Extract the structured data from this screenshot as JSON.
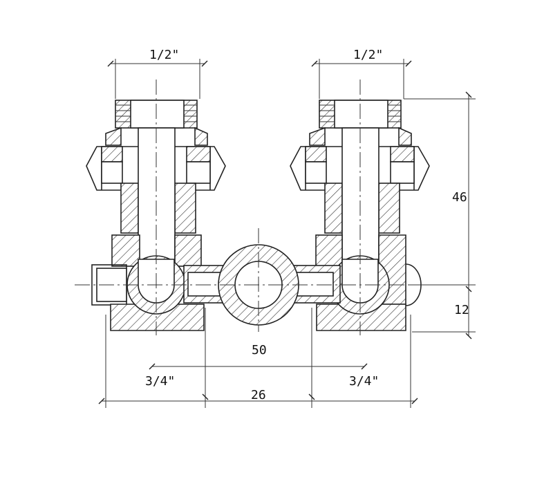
{
  "dimensions": {
    "left_outlet_thread": "1/2\"",
    "right_outlet_thread": "1/2\"",
    "height": "46",
    "offset": "12",
    "center_distance": "50",
    "left_inlet_thread": "3/4\"",
    "right_inlet_thread": "3/4\"",
    "bottom_width": "26"
  }
}
